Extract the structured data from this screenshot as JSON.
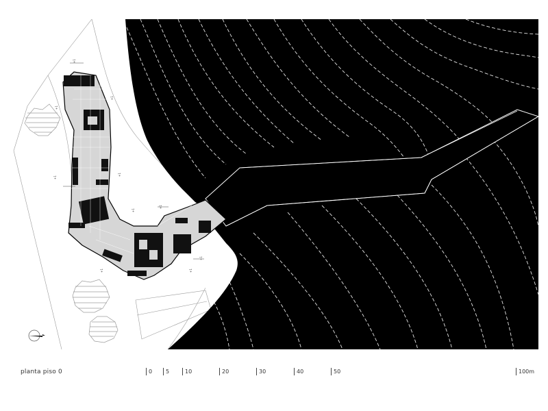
{
  "drawing": {
    "caption": "planta piso 0",
    "scale_bar": {
      "ticks": [
        "0",
        "5",
        "10",
        "20",
        "30",
        "40",
        "50",
        "100m"
      ]
    },
    "colors": {
      "terrain": "#000000",
      "paper": "#ffffff",
      "contour": "#ffffff",
      "site_lines": "#9a9a9a",
      "building_fill": "#d8d8d8"
    },
    "icons": [
      "north-arrow-icon",
      "tree-icon"
    ]
  }
}
